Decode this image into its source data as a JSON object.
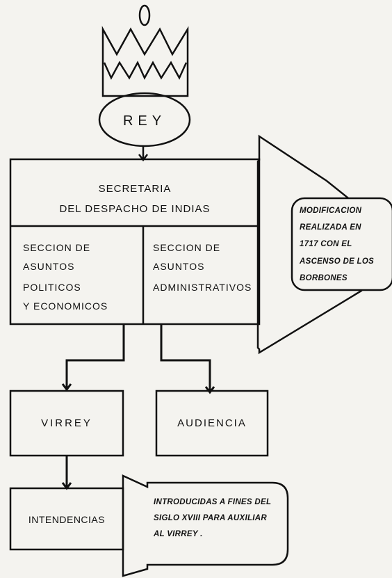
{
  "nodes": {
    "rey": "REY",
    "secretaria_line1": "SECRETARIA",
    "secretaria_line2": "DEL DESPACHO DE INDIAS",
    "seccion_politicos": {
      "line1": "SECCION  DE",
      "line2": "ASUNTOS",
      "line3": "POLITICOS",
      "line4": "Y  ECONOMICOS"
    },
    "seccion_administrativos": {
      "line1": "SECCION   DE",
      "line2": "ASUNTOS",
      "line3": "ADMINISTRATIVOS"
    },
    "virrey": "VIRREY",
    "audiencia": "AUDIENCIA",
    "intendencias": "INTENDENCIAS"
  },
  "notes": {
    "modificacion": [
      "MODIFICACION",
      "REALIZADA EN",
      "1717 CON EL",
      "ASCENSO DE LOS",
      "BORBONES"
    ],
    "introducidas": [
      "INTRODUCIDAS A FINES DEL",
      "SIGLO XVIII PARA AUXILIAR",
      "AL VIRREY ."
    ]
  },
  "colors": {
    "ink": "#111111",
    "paper": "#f4f3ef"
  }
}
